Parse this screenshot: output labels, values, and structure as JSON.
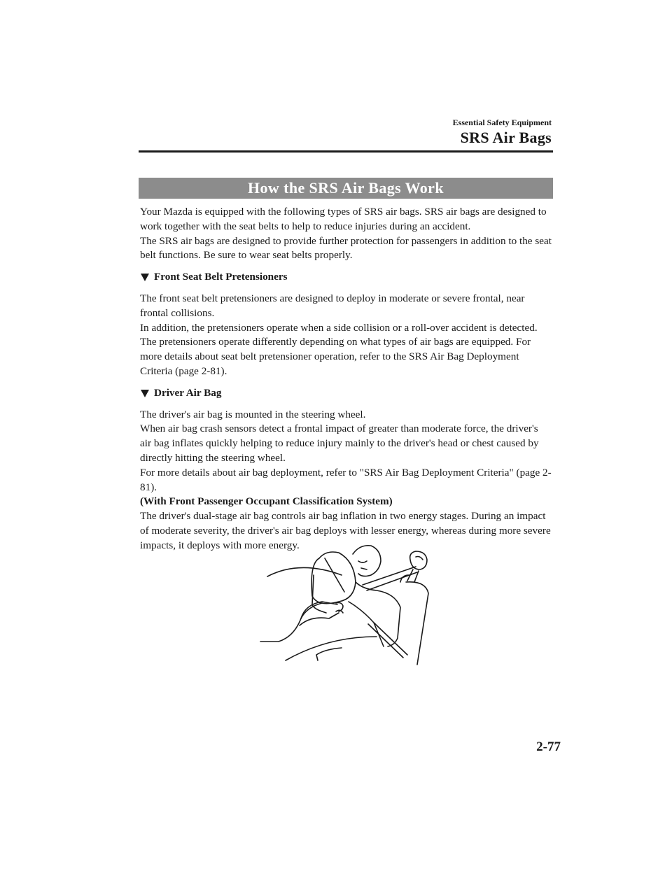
{
  "header": {
    "section": "Essential Safety Equipment",
    "title": "SRS Air Bags"
  },
  "banner": "How the SRS Air Bags Work",
  "intro": [
    "Your Mazda is equipped with the following types of SRS air bags. SRS air bags are designed to work together with the seat belts to help to reduce injuries during an accident.",
    "The SRS air bags are designed to provide further protection for passengers in addition to the seat belt functions. Be sure to wear seat belts properly."
  ],
  "pretensioners": {
    "heading": "Front Seat Belt Pretensioners",
    "lines": [
      "The front seat belt pretensioners are designed to deploy in moderate or severe frontal, near frontal collisions.",
      "In addition, the pretensioners operate when a side collision or a roll-over accident is detected. The pretensioners operate differently depending on what types of air bags are equipped. For more details about seat belt pretensioner operation, refer to the SRS Air Bag Deployment Criteria (page 2-81)."
    ]
  },
  "driver_air_bag": {
    "heading": "Driver Air Bag",
    "lines": [
      "The driver's air bag is mounted in the steering wheel.",
      "When air bag crash sensors detect a frontal impact of greater than moderate force, the driver's air bag inflates quickly helping to reduce injury mainly to the driver's head or chest caused by directly hitting the steering wheel.",
      "For more details about air bag deployment, refer to \"SRS Air Bag Deployment Criteria\" (page 2-81)."
    ],
    "subheading": "(With Front Passenger Occupant Classification System)",
    "dual_stage": "The driver's dual-stage air bag controls air bag inflation in two energy stages. During an impact of moderate severity, the driver's air bag deploys with lesser energy, whereas during more severe impacts, it deploys with more energy."
  },
  "illustration_icon": "driver-airbag-deployment-illustration",
  "page_number": "2-77"
}
